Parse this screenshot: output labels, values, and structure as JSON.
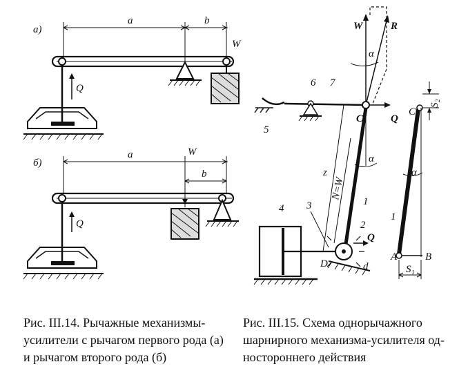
{
  "figure_14": {
    "panel_a_tag": "а)",
    "panel_b_tag": "б)",
    "arm_a_label": "a",
    "arm_b_label": "b",
    "force_W": "W",
    "force_Q": "Q",
    "panel_b_arm_a_label": "a",
    "panel_b_arm_b_label": "b",
    "panel_b_force_W": "W",
    "panel_b_force_Q": "Q",
    "caption_lines": [
      "Рис. III.14. Рычажные механизмы-",
      "усилители с рычагом первого рода (а)",
      "и рычагом второго рода (б)"
    ]
  },
  "figure_15": {
    "label_W": "W",
    "label_R": "R",
    "label_alpha_top": "α",
    "label_6": "6",
    "label_7": "7",
    "label_5": "5",
    "label_C": "C",
    "label_Q": "Q",
    "label_alpha_mid": "α",
    "label_z": "z",
    "label_N": "N=W",
    "label_1": "1",
    "label_4": "4",
    "label_3": "3",
    "label_2": "2",
    "label_Q_bottom": "Q",
    "label_D": "D",
    "label_d": "d",
    "label_C_right": "C",
    "label_S2": "S₂",
    "label_alpha_right": "α",
    "label_1_right": "1",
    "label_A": "A",
    "label_B": "B",
    "label_S1": "S₁",
    "caption_lines": [
      "Рис. III.15. Схема однорычажного",
      "шарнирного механизма-усилителя од-",
      "ностороннего действия"
    ]
  }
}
